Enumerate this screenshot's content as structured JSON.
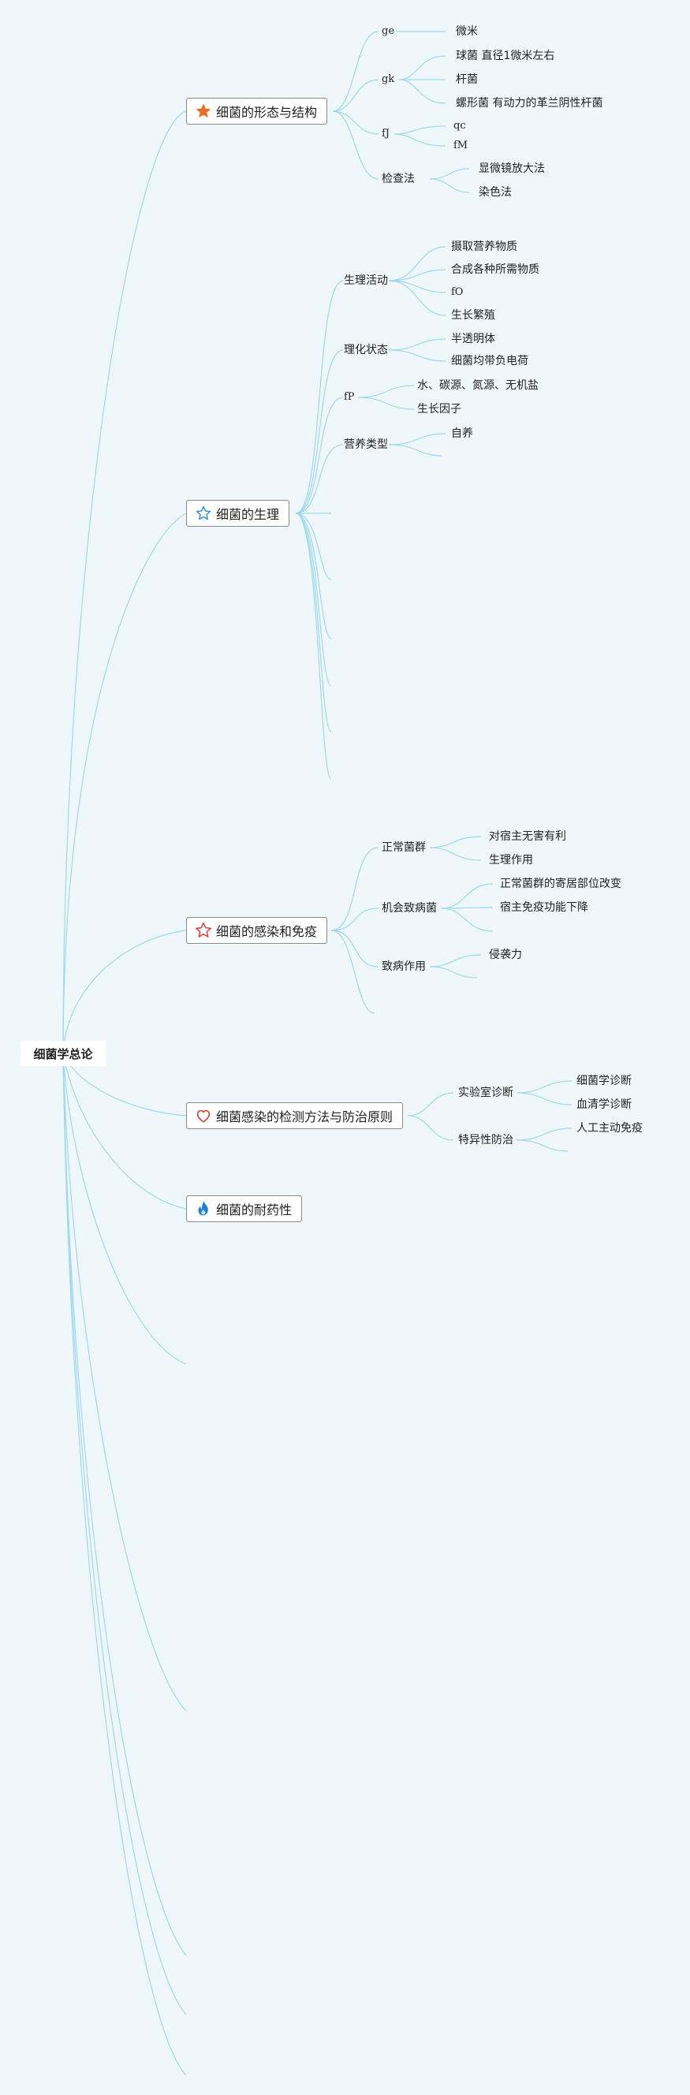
{
  "root": "细菌学总论",
  "colors": {
    "background": "#eff7fa",
    "link": "#9ed9ef",
    "topic_border": "#8a8a8a"
  },
  "topics": {
    "t1": {
      "label": "细菌的形态与结构",
      "icon": "orange-star-icon"
    },
    "t2": {
      "label": "细菌的生理",
      "icon": "blue-star-outline-icon"
    },
    "t3": {
      "label": "细菌的感染和免疫",
      "icon": "red-star-outline-icon"
    },
    "t4": {
      "label": "细菌感染的检测方法与防治原则",
      "icon": "heart-outline-icon"
    },
    "t5": {
      "label": "细菌的耐药性",
      "icon": "blue-flame-icon"
    }
  },
  "nodes": {
    "n_ge": "ge",
    "n_weimi": "微米",
    "n_gk": "gk",
    "n_qiujun": "球菌 直径1微米左右",
    "n_ganjun": "杆菌",
    "n_luoxing": "螺形菌 有动力的革兰阴性杆菌",
    "n_fj": "fJ",
    "n_qc": "qc",
    "n_fm": "fM",
    "n_jiancha": "检查法",
    "n_xianwei": "显微镜放大法",
    "n_ranse": "染色法",
    "n_shenglihuodong": "生理活动",
    "n_sheququ": "摄取营养物质",
    "n_hecheng": "合成各种所需物质",
    "n_fo": "fO",
    "n_shengzhang": "生长繁殖",
    "n_lihua": "理化状态",
    "n_bantou": "半透明体",
    "n_fudian": "细菌均带负电荷",
    "n_fp": "fP",
    "n_shui": "水、碳源、氮源、无机盐",
    "n_yinzi": "生长因子",
    "n_yingyang": "营养类型",
    "n_ziyang": "自养",
    "n_zhengchang": "正常菌群",
    "n_wuhai": "对宿主无害有利",
    "n_shengli_zuoyong": "生理作用",
    "n_jihui": "机会致病菌",
    "n_jiju": "正常菌群的寄居部位改变",
    "n_mianyi_xiajiang": "宿主免疫功能下降",
    "n_zhibing": "致病作用",
    "n_qinxi": "侵袭力",
    "n_shiyan": "实验室诊断",
    "n_junxue": "细菌学诊断",
    "n_xueqing": "血清学诊断",
    "n_teyi": "特异性防治",
    "n_rengong": "人工主动免疫"
  }
}
